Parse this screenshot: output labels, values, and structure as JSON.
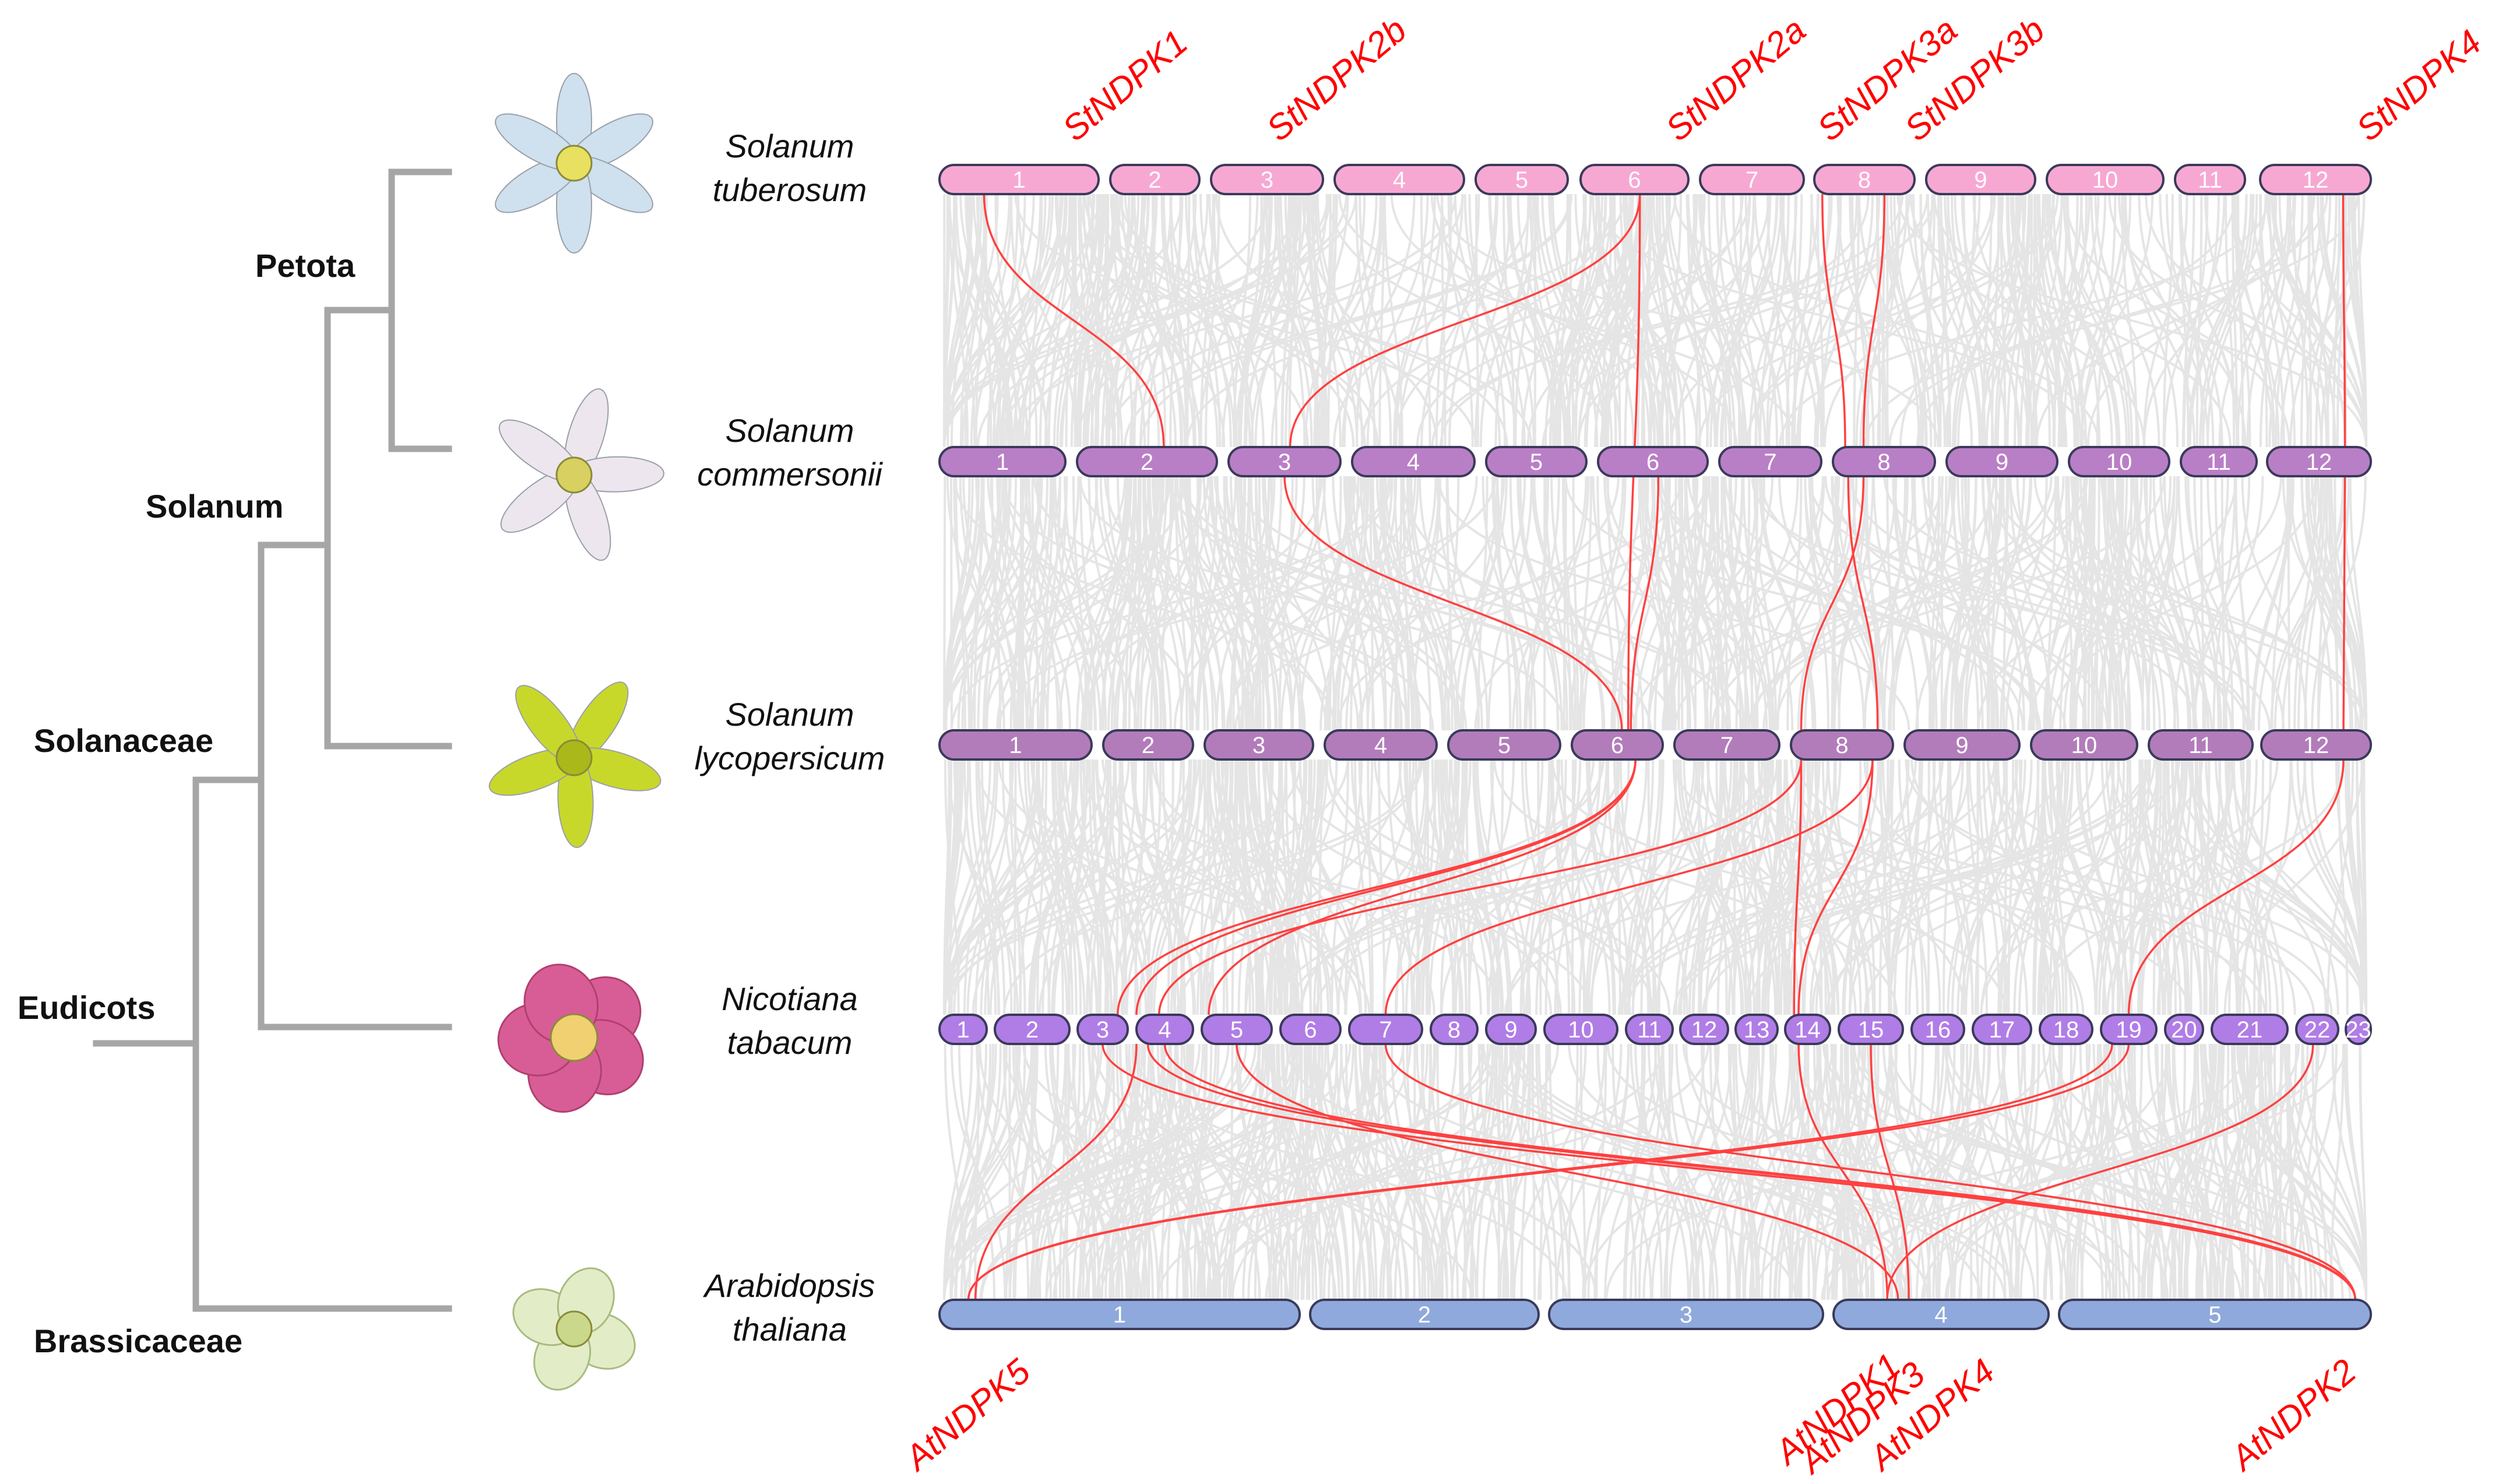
{
  "clades": [
    "Petota",
    "Solanum",
    "Solanaceae",
    "Eudicots",
    "Brassicaceae"
  ],
  "species": [
    {
      "id": "st",
      "line1": "Solanum",
      "line2": "tuberosum",
      "flower_color": "#cfe0ee",
      "flower_center": "#e8e060",
      "chr_fill": "#f7a8d2",
      "chromosomes": [
        "1",
        "2",
        "3",
        "4",
        "5",
        "6",
        "7",
        "8",
        "9",
        "10",
        "11",
        "12"
      ]
    },
    {
      "id": "sc",
      "line1": "Solanum",
      "line2": "commersonii",
      "flower_color": "#ede6ef",
      "flower_center": "#d8d060",
      "chr_fill": "#b97fc6",
      "chromosomes": [
        "1",
        "2",
        "3",
        "4",
        "5",
        "6",
        "7",
        "8",
        "9",
        "10",
        "11",
        "12"
      ]
    },
    {
      "id": "sl",
      "line1": "Solanum",
      "line2": "lycopersicum",
      "flower_color": "#c8d82a",
      "flower_center": "#aab81a",
      "chr_fill": "#b27cba",
      "chromosomes": [
        "1",
        "2",
        "3",
        "4",
        "5",
        "6",
        "7",
        "8",
        "9",
        "10",
        "11",
        "12"
      ]
    },
    {
      "id": "nt",
      "line1": "Nicotiana",
      "line2": "tabacum",
      "flower_color": "#d85d96",
      "flower_center": "#f0d070",
      "chr_fill": "#b07de6",
      "chromosomes": [
        "1",
        "2",
        "3",
        "4",
        "5",
        "6",
        "7",
        "8",
        "9",
        "10",
        "11",
        "12",
        "13",
        "14",
        "15",
        "16",
        "17",
        "18",
        "19",
        "20",
        "21",
        "22",
        "23"
      ]
    },
    {
      "id": "at",
      "line1": "Arabidopsis",
      "line2": "thaliana",
      "flower_color": "#e2edc8",
      "flower_center": "#c9d88a",
      "chr_fill": "#8fa9dc",
      "chromosomes": [
        "1",
        "2",
        "3",
        "4",
        "5"
      ]
    }
  ],
  "top_genes": [
    "StNDPK1",
    "StNDPK2b",
    "StNDPK2a",
    "StNDPK3a",
    "StNDPK3b",
    "StNDPK4"
  ],
  "bottom_genes": [
    "AtNDPK5",
    "AtNDPK1",
    "AtNDPK3",
    "AtNDPK4",
    "AtNDPK2"
  ],
  "colors": {
    "tree": "#a6a6a6",
    "synteny_background": "#e3e3e3",
    "synteny_highlight": "#ff4040",
    "gene_label": "#ff0000",
    "chr_outline": "#3a3a5a"
  }
}
